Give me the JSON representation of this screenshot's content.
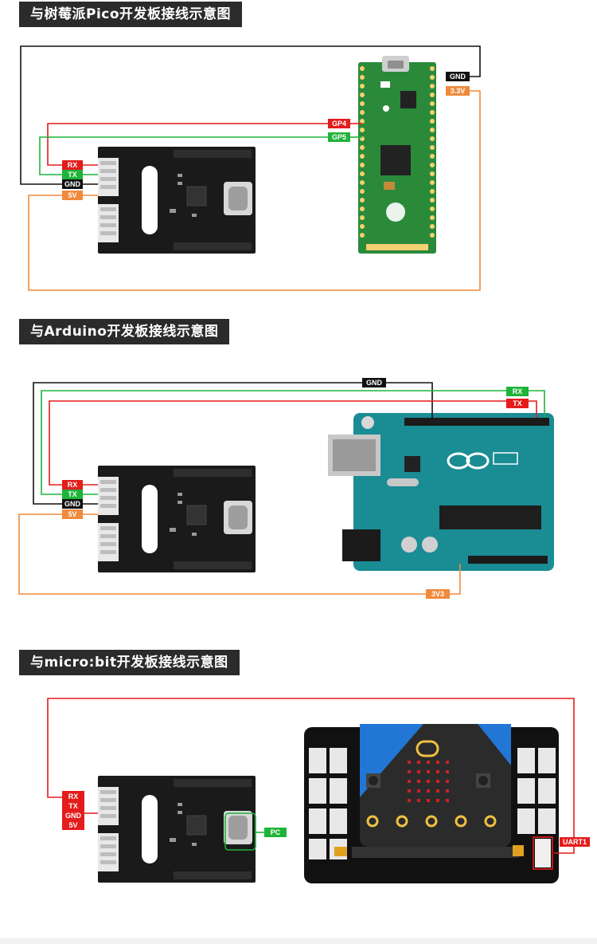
{
  "sections": [
    {
      "title": "与树莓派Pico开发板接线示意图",
      "module_labels": [
        "RX",
        "TX",
        "GND",
        "5V"
      ],
      "target_labels": [
        "GND",
        "3.3V",
        "GP4",
        "GP5"
      ]
    },
    {
      "title": "与Arduino开发板接线示意图",
      "module_labels": [
        "RX",
        "TX",
        "GND",
        "5V"
      ],
      "target_labels": [
        "GND",
        "RX",
        "TX",
        "3V3"
      ]
    },
    {
      "title": "与micro:bit开发板接线示意图",
      "module_labels": [
        "RX",
        "TX",
        "GND",
        "5V"
      ],
      "target_labels": [
        "PC",
        "UART1"
      ]
    }
  ],
  "colors": {
    "red": "#e41c1c",
    "green": "#1fb33a",
    "black": "#111111",
    "orange": "#f08a3c",
    "pcb_green": "#2a8a3a",
    "arduino_teal": "#1a8c94",
    "module_black": "#1a1a1a"
  }
}
